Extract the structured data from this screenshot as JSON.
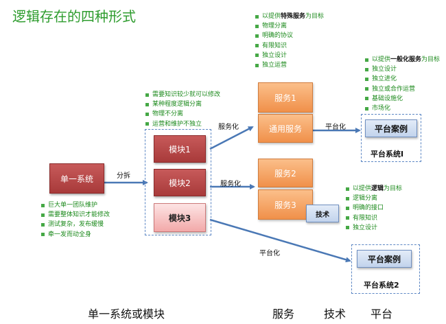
{
  "title": "逻辑存在的四种形式",
  "single_system": {
    "label": "单一系统",
    "notes": [
      "巨大单一团队维护",
      "需要整体知识才能修改",
      "测试复杂，发布缓慢",
      "牵一发而动全身"
    ]
  },
  "split_label": "分拆",
  "modules": {
    "items": [
      "模块1",
      "模块2",
      "模块3"
    ],
    "notes": [
      "需要知识较少就可以修改",
      "某种程度逻辑分离",
      "物理不分离",
      "运营和维护不独立"
    ]
  },
  "services": {
    "service1_label": "服务1",
    "shared_label": "通用服务",
    "service2_label": "服务2",
    "service3_label": "服务3",
    "tech_label": "技术",
    "notes_top": {
      "first_prefix": "以提供",
      "first_bold": "特殊服务",
      "first_suffix": "为目标",
      "rest": [
        "物理分离",
        "明确的协议",
        "有限知识",
        "独立设计",
        "独立运营"
      ]
    },
    "notes_tech": {
      "first_prefix": "以提供",
      "first_bold": "逻辑",
      "first_suffix": "为目标",
      "rest": [
        "逻辑分离",
        "明确的接口",
        "有限知识",
        "独立设计"
      ]
    }
  },
  "platform": {
    "case_label": "平台案例",
    "system1_name": "平台系统I",
    "system2_name": "平台系统2",
    "notes": {
      "first_prefix": "以提供",
      "first_bold": "一般化服务",
      "first_suffix": "为目标",
      "rest": [
        "独立设计",
        "独立进化",
        "独立或合作运营",
        "基础设施化",
        "市场化"
      ]
    }
  },
  "arrow_labels": {
    "servicize_top": "服务化",
    "servicize_mid": "服务化",
    "platformize_top": "平台化",
    "platformize_bottom": "平台化"
  },
  "bottom_labels": {
    "col1": "单一系统或模块",
    "col2": "服务",
    "col3": "技术",
    "col4": "平台"
  },
  "colors": {
    "title_green": "#2e9c2e",
    "note_green": "#1c8a1c",
    "arrow_blue": "#4a78b5",
    "module_red": "#a83a3a",
    "service_orange": "#f0904a",
    "platform_blue": "#c2d3ec"
  }
}
